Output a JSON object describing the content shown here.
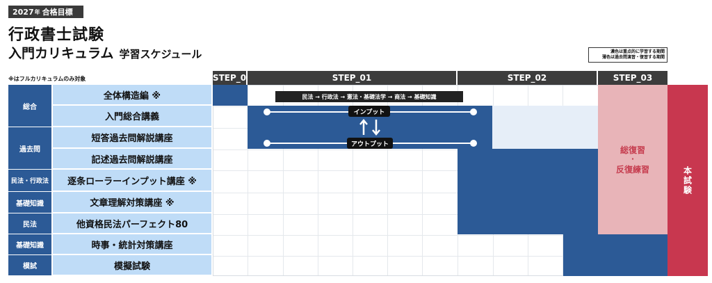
{
  "header": {
    "badge_year": "2027",
    "badge_year_suffix": "年",
    "badge_goal": "合格目標",
    "title_line1": "行政書士試験",
    "title_line2": "入門カリキュラム",
    "title_sub": "学習スケジュール",
    "note": "※はフルカリキュラムのみ対象",
    "legend_line1": "濃色は重点的に学習する期間",
    "legend_line2": "薄色は過去問演習・復習する期間"
  },
  "steps": [
    "STEP_0",
    "STEP_01",
    "STEP_02",
    "STEP_03"
  ],
  "categories": [
    "総合",
    "過去問",
    "民法・行政法",
    "基礎知識",
    "民法",
    "基礎知識",
    "模試"
  ],
  "courses": [
    "全体構造編 ※",
    "入門総合講義",
    "短答過去問解説講座",
    "記述過去問解説講座",
    "逐条ローラーインプット講座 ※",
    "文章理解対策講座 ※",
    "他資格民法パーフェクト80",
    "時事・統計対策講座",
    "模擬試験"
  ],
  "flow": {
    "subjects": "民法 → 行政法 → 憲法・基礎法学 → 商法 → 基礎知識",
    "input": "インプット",
    "output": "アウトプット"
  },
  "review": {
    "line1": "総復習",
    "dot": "・",
    "line2": "反復練習"
  },
  "exam_label": "本試験",
  "colors": {
    "dark": "#2c5a96",
    "light": "#bfdcf7",
    "pink": "#e8b4b8",
    "red": "#c8374f"
  }
}
